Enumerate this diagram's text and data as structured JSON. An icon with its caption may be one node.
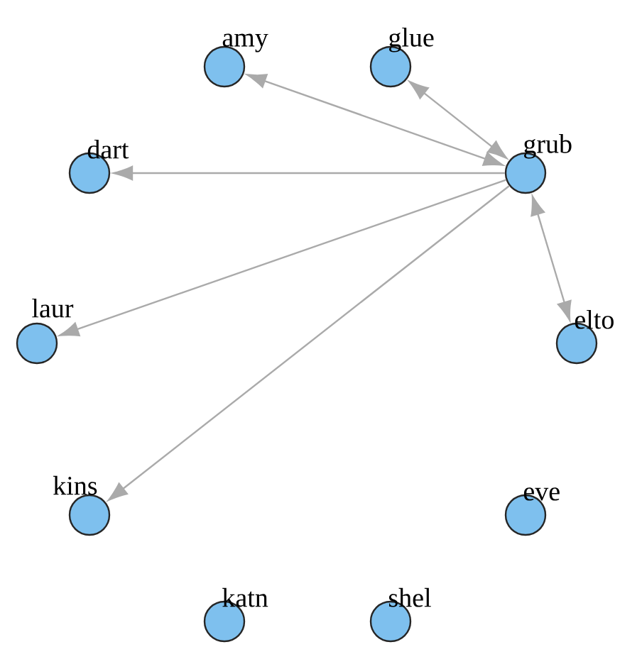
{
  "diagram": {
    "nodes": [
      {
        "text": [
          "amy"
        ]
      },
      {
        "text": [
          "glue"
        ]
      },
      {
        "text": [
          "dart"
        ]
      },
      {
        "text": [
          "grub"
        ]
      },
      {
        "text": [
          "laur"
        ]
      },
      {
        "text": [
          "elto"
        ]
      },
      {
        "text": [
          "kins"
        ]
      },
      {
        "text": [
          "eve"
        ]
      },
      {
        "text": [
          "katn"
        ]
      },
      {
        "text": [
          "shel"
        ]
      }
    ],
    "edges": [
      {
        "from": 3,
        "to": 0,
        "arrow": "both"
      },
      {
        "from": 3,
        "to": 1,
        "arrow": "both"
      },
      {
        "from": 3,
        "to": 2,
        "arrow": "to"
      },
      {
        "from": 3,
        "to": 4,
        "arrow": "to"
      },
      {
        "from": 3,
        "to": 5,
        "arrow": "both"
      },
      {
        "from": 3,
        "to": 6,
        "arrow": "to"
      }
    ]
  }
}
